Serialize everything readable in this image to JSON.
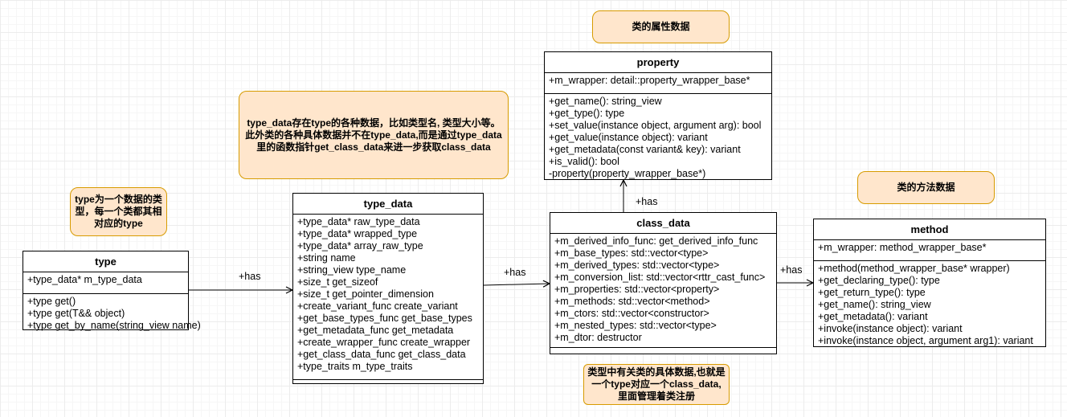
{
  "classes": {
    "type": {
      "name": "type",
      "attributes": [
        "+type_data* m_type_data"
      ],
      "methods": [
        "+type get()",
        "+type get(T&& object)",
        "+type get_by_name(string_view name)"
      ]
    },
    "type_data": {
      "name": "type_data",
      "attributes": [
        "+type_data* raw_type_data",
        "+type_data* wrapped_type",
        "+type_data* array_raw_type",
        "+string name",
        "+string_view type_name",
        "+size_t get_sizeof",
        "+size_t get_pointer_dimension",
        "+create_variant_func create_variant",
        "+get_base_types_func get_base_types",
        "+get_metadata_func  get_metadata",
        "+create_wrapper_func  create_wrapper",
        "+get_class_data_func  get_class_data",
        "+type_traits m_type_traits"
      ]
    },
    "property": {
      "name": "property",
      "attributes": [
        "+m_wrapper: detail::property_wrapper_base*"
      ],
      "methods": [
        "+get_name(): string_view",
        "+get_type(): type",
        "+set_value(instance object, argument arg): bool",
        "+get_value(instance object): variant",
        "+get_metadata(const variant& key): variant",
        "+is_valid(): bool",
        "-property(property_wrapper_base*)"
      ]
    },
    "class_data": {
      "name": "class_data",
      "attributes": [
        "+m_derived_info_func: get_derived_info_func",
        "+m_base_types: std::vector<type>",
        "+m_derived_types: std::vector<type>",
        "+m_conversion_list: std::vector<rttr_cast_func>",
        "+m_properties: std::vector<property>",
        "+m_methods: std::vector<method>",
        "+m_ctors: std::vector<constructor>",
        "+m_nested_types: std::vector<type>",
        "+m_dtor: destructor"
      ]
    },
    "method": {
      "name": "method",
      "attributes": [
        "+m_wrapper: method_wrapper_base*"
      ],
      "methods": [
        "+method(method_wrapper_base* wrapper)",
        "+get_declaring_type(): type",
        "+get_return_type(): type",
        "+get_name(): string_view",
        "+get_metadata(): variant",
        "+invoke(instance object): variant",
        "+invoke(instance object, argument arg1): variant"
      ]
    }
  },
  "notes": {
    "type_note": "type为一个数据的类型，每一个类都其相对应的type",
    "type_data_note": "type_data存在type的各种数据，比如类型名, 类型大小等。此外类的各种具体数据并不在type_data,而是通过type_data里的函数指针get_class_data来进一步获取class_data",
    "property_note": "类的属性数据",
    "method_note": "类的方法数据",
    "class_data_note": "类型中有关类的具体数据,也就是一个type对应一个class_data, 里面管理着类注册"
  },
  "edges": {
    "type_to_type_data": "+has",
    "type_data_to_class_data": "+has",
    "class_data_to_property": "+has",
    "class_data_to_method": "+has"
  },
  "colors": {
    "note_fill": "#ffe6cc",
    "note_border": "#d79b00",
    "line": "#000000"
  }
}
